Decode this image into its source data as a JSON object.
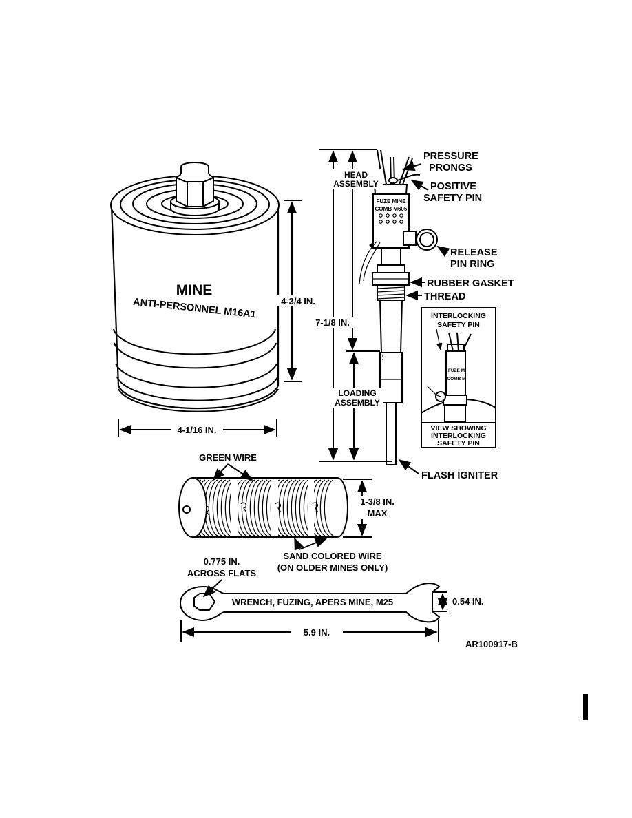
{
  "mine": {
    "title": "MINE",
    "subtitle": "ANTI-PERSONNEL  M16A1",
    "height_dim": "4-3/4 IN.",
    "width_dim": "4-1/16 IN."
  },
  "fuze": {
    "head_assembly_1": "HEAD",
    "head_assembly_2": "ASSEMBLY",
    "loading_assembly_1": "LOADING",
    "loading_assembly_2": "ASSEMBLY",
    "overall_dim": "7-1/8 IN.",
    "body_label_1": "FUZE MINE",
    "body_label_2": "COMB M605",
    "pressure_prongs_1": "PRESSURE",
    "pressure_prongs_2": "PRONGS",
    "positive_safety_pin_1": "POSITIVE",
    "positive_safety_pin_2": "SAFETY PIN",
    "release_pin_ring_1": "RELEASE",
    "release_pin_ring_2": "PIN RING",
    "rubber_gasket": "RUBBER GASKET",
    "thread": "THREAD",
    "flash_igniter": "FLASH IGNITER"
  },
  "inset": {
    "title_1": "INTERLOCKING",
    "title_2": "SAFETY PIN",
    "body_label_1": "FUZE M",
    "body_label_2": "COMB M",
    "caption_1": "VIEW SHOWING",
    "caption_2": "INTERLOCKING",
    "caption_3": "SAFETY PIN"
  },
  "spool": {
    "green_wire": "GREEN WIRE",
    "height_dim_1": "1-3/8 IN.",
    "height_dim_2": "MAX",
    "sand_wire_1": "SAND COLORED WIRE",
    "sand_wire_2": "(ON OLDER MINES ONLY)"
  },
  "wrench": {
    "across_flats_1": "0.775 IN.",
    "across_flats_2": "ACROSS FLATS",
    "name": "WRENCH, FUZING, APERS MINE, M25",
    "jaw_dim": "0.54  IN.",
    "length_dim": "5.9 IN."
  },
  "figure_id": "AR100917-B"
}
